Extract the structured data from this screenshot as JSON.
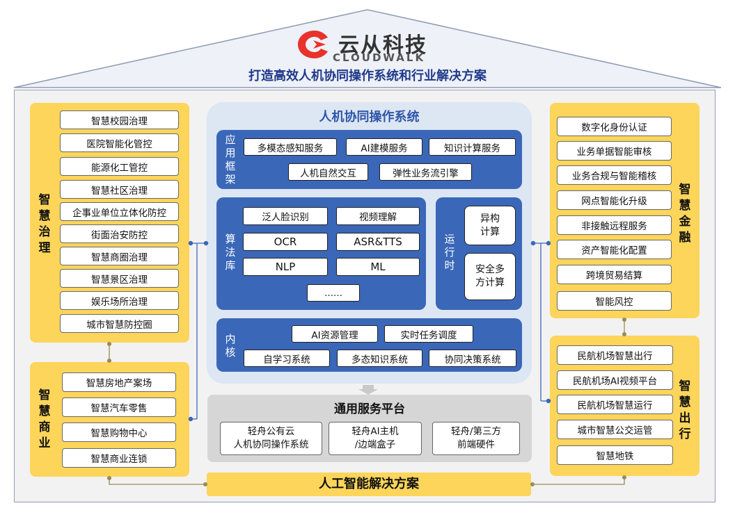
{
  "header": {
    "company_name": "云从科技",
    "company_name_en": "CLOUDWALK",
    "slogan": "打造高效人机协同操作系统和行业解决方案"
  },
  "left": {
    "governance": {
      "title_chars": [
        "智",
        "慧",
        "治",
        "理"
      ],
      "items": [
        "智慧校园治理",
        "医院智能化管控",
        "能源化工管控",
        "智慧社区治理",
        "企事业单位立体化防控",
        "街面治安防控",
        "智慧商圈治理",
        "智慧景区治理",
        "娱乐场所治理",
        "城市智慧防控圈"
      ]
    },
    "commerce": {
      "title_chars": [
        "智",
        "慧",
        "商",
        "业"
      ],
      "items": [
        "智慧房地产案场",
        "智慧汽车零售",
        "智慧购物中心",
        "智慧商业连锁"
      ]
    }
  },
  "right": {
    "finance": {
      "title_chars": [
        "智",
        "慧",
        "金",
        "融"
      ],
      "items": [
        "数字化身份认证",
        "业务单据智能审核",
        "业务合规与智能稽核",
        "网点智能化升级",
        "非接触远程服务",
        "资产智能化配置",
        "跨境贸易结算",
        "智能风控"
      ]
    },
    "travel": {
      "title_chars": [
        "智",
        "慧",
        "出",
        "行"
      ],
      "items": [
        "民航机场智慧出行",
        "民航机场AI视频平台",
        "民航机场智慧运行",
        "城市智慧公交运管",
        "智慧地铁"
      ]
    }
  },
  "center": {
    "title": "人机协同操作系统",
    "app_framework": {
      "label_chars": [
        "应",
        "用",
        "框",
        "架"
      ],
      "items": [
        "多模态感知服务",
        "AI建模服务",
        "知识计算服务",
        "人机自然交互",
        "弹性业务流引擎"
      ]
    },
    "algorithm_lib": {
      "label_chars": [
        "算",
        "法",
        "库"
      ],
      "items": [
        "泛人脸识别",
        "视频理解",
        "OCR",
        "ASR&TTS",
        "NLP",
        "ML",
        "......"
      ]
    },
    "runtime": {
      "label_chars": [
        "运",
        "行",
        "时"
      ],
      "items": [
        {
          "line1": "异构",
          "line2": "计算"
        },
        {
          "line1": "安全多",
          "line2": "方计算"
        }
      ]
    },
    "kernel": {
      "label_chars": [
        "内",
        "核"
      ],
      "items": [
        "AI资源管理",
        "实时任务调度",
        "自学习系统",
        "多态知识系统",
        "协同决策系统"
      ]
    }
  },
  "platform": {
    "title": "通用服务平台",
    "items": [
      {
        "line1": "轻舟公有云",
        "line2": "人机协同操作系统"
      },
      {
        "line1": "轻舟AI主机",
        "line2": "/边端盒子"
      },
      {
        "line1": "轻舟/第三方",
        "line2": "前端硬件"
      }
    ]
  },
  "footer": {
    "title": "人工智能解决方案"
  },
  "colors": {
    "yellow": "#fcd55a",
    "blue": "#3a67b8",
    "title_blue": "#2f57a8",
    "slogan_blue": "#1f3a8a",
    "logo_red": "#e8322c"
  }
}
